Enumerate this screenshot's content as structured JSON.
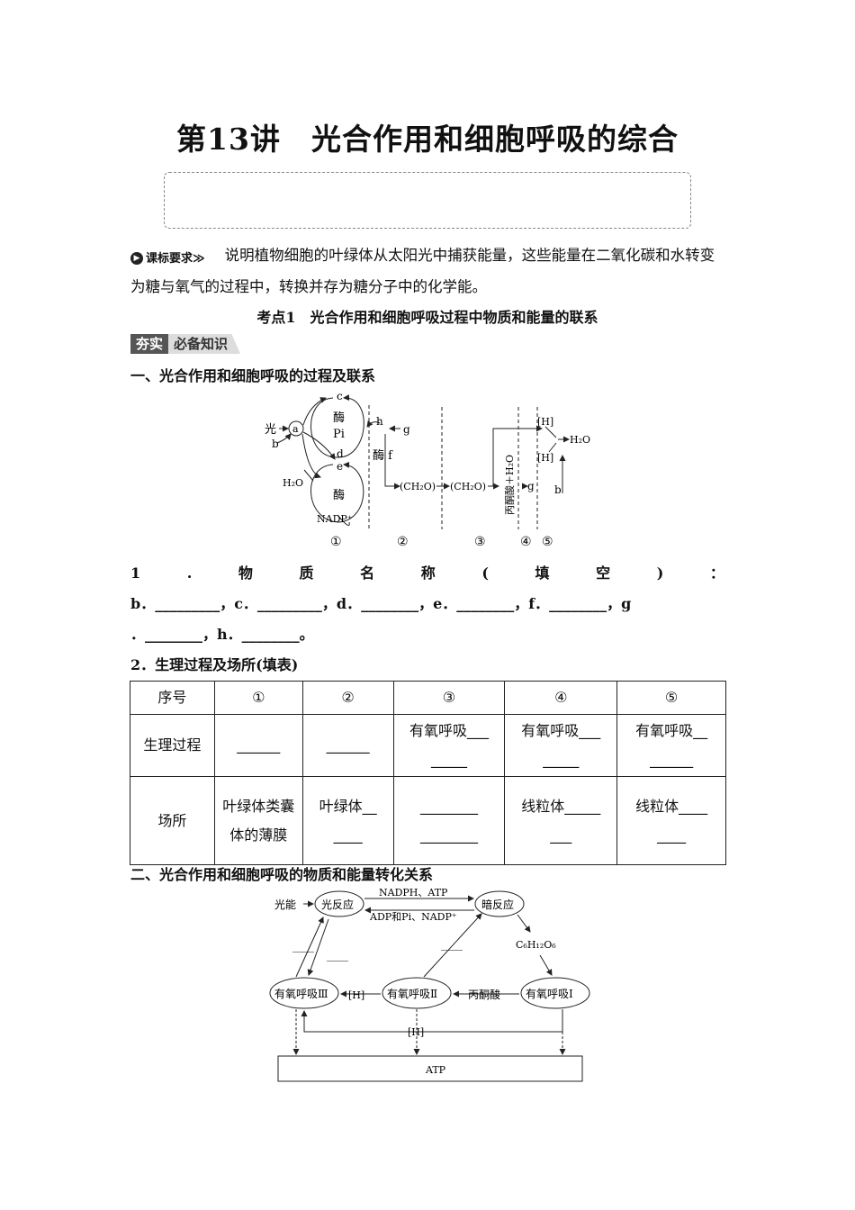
{
  "title": "第13讲　光合作用和细胞呼吸的综合",
  "requirement": {
    "badge": "课标要求",
    "text": "说明植物细胞的叶绿体从太阳光中捕获能量，这些能量在二氧化碳和水转变为糖与氧气的过程中，转换并存为糖分子中的化学能。"
  },
  "kaodian": "考点1　光合作用和细胞呼吸过程中物质和能量的联系",
  "knowledge": {
    "part1": "夯实",
    "part2": "必备知识"
  },
  "section1": "一、光合作用和细胞呼吸的过程及联系",
  "diagram1": {
    "light": "光",
    "a": "a",
    "b": "b",
    "c": "c",
    "pi": "Pi",
    "d": "d",
    "e": "e",
    "enzyme": "酶",
    "h2o": "H₂O",
    "nadp": "NADP⁺",
    "h": "h",
    "g": "g",
    "enzyme_f": "酶 f",
    "ch2o_1": "(CH₂O)",
    "ch2o_2": "(CH₂O)",
    "pyruvate_h2o": "丙酮酸＋H₂O",
    "g2": "g",
    "b2": "b",
    "H1": "[H]",
    "H2": "[H]",
    "h2o_right": "H₂O",
    "n1": "①",
    "n2": "②",
    "n3": "③",
    "n4": "④",
    "n5": "⑤"
  },
  "q1": {
    "label_chars": [
      "1",
      ".",
      "物",
      "质",
      "名",
      "称",
      "(",
      "填",
      "空",
      ")",
      "："
    ],
    "line2": "b．_________，c．_________，d．________，e．________，f．________，g",
    "line3": "．________，h．________。"
  },
  "q2": "2．生理过程及场所(填表)",
  "table": {
    "headers": [
      "序号",
      "①",
      "②",
      "③",
      "④",
      "⑤"
    ],
    "row1": [
      "生理过程",
      "______",
      "______",
      "有氧呼吸___ _____",
      "有氧呼吸___ _____",
      "有氧呼吸__ ______"
    ],
    "row2": [
      "场所",
      "叶绿体类囊体的薄膜",
      "叶绿体__ ____",
      "________ ________",
      "线粒体_____ ___",
      "线粒体____ ____"
    ]
  },
  "section2": "二、光合作用和细胞呼吸的物质和能量转化关系",
  "diagram2": {
    "light_energy": "光能",
    "light_reaction": "光反应",
    "dark_reaction": "暗反应",
    "nadph_atp": "NADPH、ATP",
    "adp_pi": "ADP和Pi、NADP⁺",
    "glucose": "C₆H₁₂O₆",
    "resp3": "有氧呼吸Ⅲ",
    "resp2": "有氧呼吸Ⅱ",
    "resp1": "有氧呼吸Ⅰ",
    "h_a": "[H]",
    "pyruvate": "丙酮酸",
    "h_b": "[H]",
    "atp": "ATP",
    "blank1": "____",
    "blank2": "____",
    "blank3": "____"
  }
}
